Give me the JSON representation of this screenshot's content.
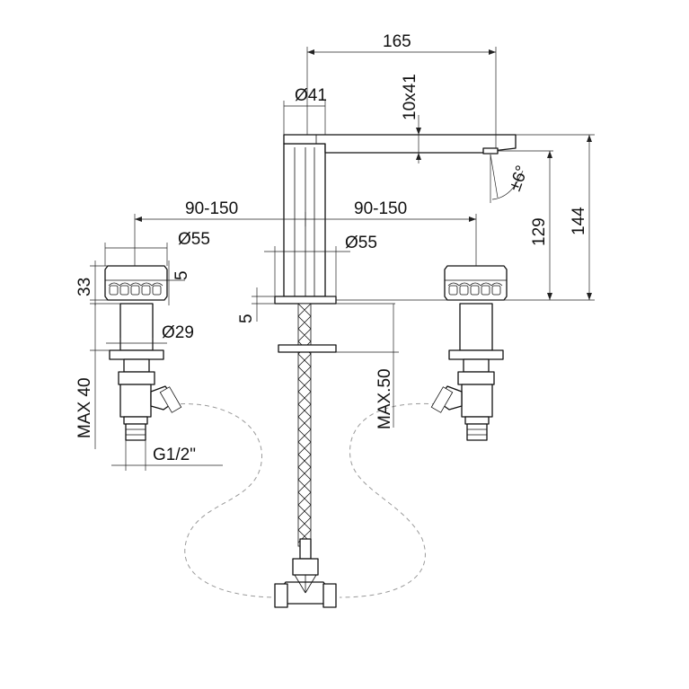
{
  "dimensions": {
    "width_165": "165",
    "spout_diameter": "Ø41",
    "spout_height_10x41": "10x41",
    "swivel_angle": "±6°",
    "spread_left": "90-150",
    "spread_right": "90-150",
    "handle_diameter": "Ø55",
    "body_diameter": "Ø55",
    "height_129": "129",
    "height_144": "144",
    "handle_height_33": "33",
    "cap_5": "5",
    "deck_5": "5",
    "shank_diameter": "Ø29",
    "max_40": "MAX 40",
    "max_50": "MAX.50",
    "thread": "G1/2\""
  }
}
